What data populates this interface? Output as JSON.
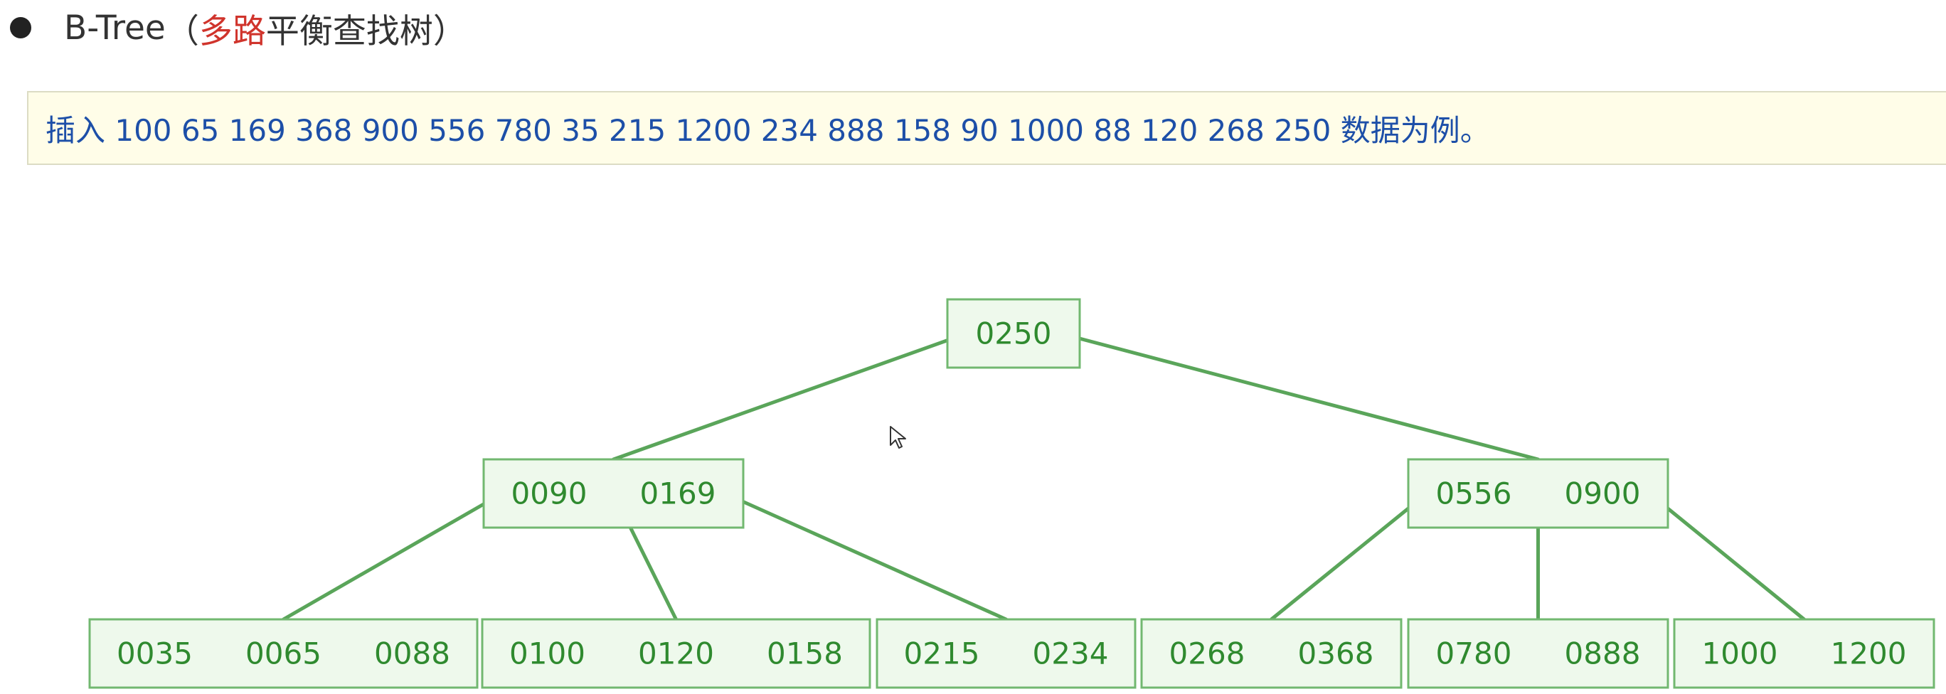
{
  "heading": {
    "title": "B-Tree",
    "paren_open": "（",
    "highlight": "多路",
    "rest": "平衡查找树",
    "paren_close": "）"
  },
  "note": {
    "text": "插入 100 65 169 368 900 556 780 35 215 1200 234 888 158 90 1000 88 120 268 250 数据为例。"
  },
  "tree": {
    "colors": {
      "node_fill": "#eef9ec",
      "node_border": "#72b870",
      "edge": "#5aa55a",
      "key_text": "#2f8a2f"
    },
    "levels": [
      [
        {
          "id": "root",
          "keys": [
            "0250"
          ]
        }
      ],
      [
        {
          "id": "left",
          "keys": [
            "0090",
            "0169"
          ]
        },
        {
          "id": "right",
          "keys": [
            "0556",
            "0900"
          ]
        }
      ],
      [
        {
          "id": "leaf-1",
          "keys": [
            "0035",
            "0065",
            "0088"
          ]
        },
        {
          "id": "leaf-2",
          "keys": [
            "0100",
            "0120",
            "0158"
          ]
        },
        {
          "id": "leaf-3",
          "keys": [
            "0215",
            "0234"
          ]
        },
        {
          "id": "leaf-4",
          "keys": [
            "0268",
            "0368"
          ]
        },
        {
          "id": "leaf-5",
          "keys": [
            "0780",
            "0888"
          ]
        },
        {
          "id": "leaf-6",
          "keys": [
            "1000",
            "1200"
          ]
        }
      ]
    ],
    "edges": [
      {
        "from": "root",
        "pointer": 0,
        "to": "left"
      },
      {
        "from": "root",
        "pointer": 1,
        "to": "right"
      },
      {
        "from": "left",
        "pointer": 0,
        "to": "leaf-1"
      },
      {
        "from": "left",
        "pointer": 1,
        "to": "leaf-2"
      },
      {
        "from": "left",
        "pointer": 2,
        "to": "leaf-3"
      },
      {
        "from": "right",
        "pointer": 0,
        "to": "leaf-4"
      },
      {
        "from": "right",
        "pointer": 1,
        "to": "leaf-5"
      },
      {
        "from": "right",
        "pointer": 2,
        "to": "leaf-6"
      }
    ]
  }
}
